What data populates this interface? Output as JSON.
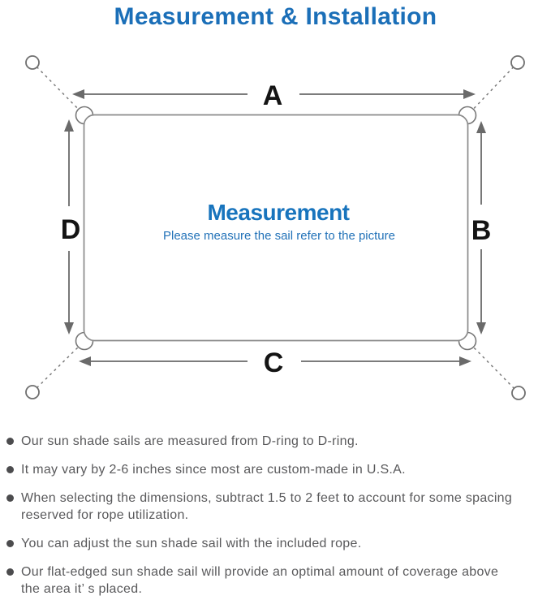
{
  "header": {
    "title": "Measurement & Installation"
  },
  "diagram": {
    "dimension_labels": {
      "top": "A",
      "right": "B",
      "bottom": "C",
      "left": "D"
    },
    "center_title": "Measurement",
    "center_subtitle": "Please measure the sail refer to the picture",
    "colors": {
      "accent_blue": "#1b6fb8",
      "center_blue": "#1874bd",
      "line_gray": "#6a6a6a",
      "label_black": "#141414",
      "note_gray": "#59595b"
    }
  },
  "notes": {
    "items": [
      "Our sun shade sails are measured from D-ring to D-ring.",
      "It may vary by 2-6 inches since most are custom-made in U.S.A.",
      "When selecting the dimensions, subtract 1.5 to 2 feet to account for some spacing\nreserved for rope utilization.",
      "You can adjust the sun shade sail with the included rope.",
      "Our flat-edged sun shade sail will provide an optimal amount of coverage above\nthe area it’ s placed."
    ]
  }
}
